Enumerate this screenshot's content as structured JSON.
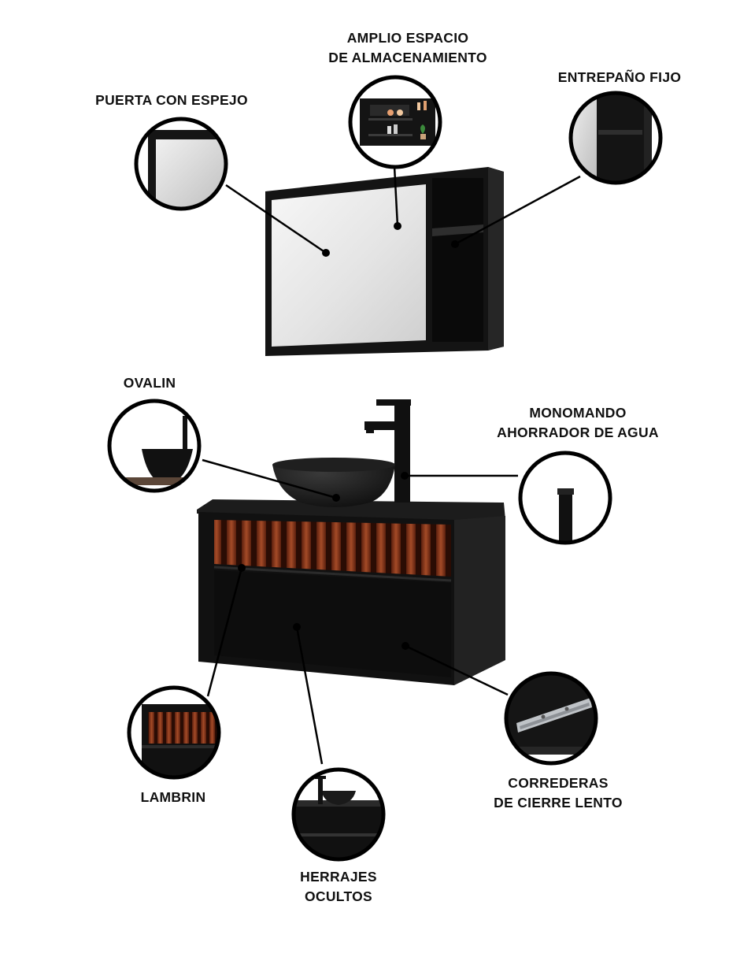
{
  "colors": {
    "background": "#ffffff",
    "cabinet": "#121212",
    "cabinet_edge": "#262626",
    "mirror_light": "#f3f3f3",
    "mirror_dark": "#c9c9c9",
    "wood_slat": "#7a2f17",
    "wood_slat_light": "#a14a26",
    "text": "#111111",
    "leader_line": "#000000"
  },
  "callouts": {
    "puerta": {
      "lines": [
        "PUERTA CON ESPEJO"
      ]
    },
    "almacenamiento": {
      "lines": [
        "AMPLIO ESPACIO",
        "DE ALMACENAMIENTO"
      ]
    },
    "entrepano": {
      "lines": [
        "ENTREPAÑO FIJO"
      ]
    },
    "ovalin": {
      "lines": [
        "OVALIN"
      ]
    },
    "monomando": {
      "lines": [
        "MONOMANDO",
        "AHORRADOR DE AGUA"
      ]
    },
    "lambrin": {
      "lines": [
        "LAMBRIN"
      ]
    },
    "herrajes": {
      "lines": [
        "HERRAJES",
        "OCULTOS"
      ]
    },
    "correderas": {
      "lines": [
        "CORREDERAS",
        "DE CIERRE LENTO"
      ]
    }
  }
}
